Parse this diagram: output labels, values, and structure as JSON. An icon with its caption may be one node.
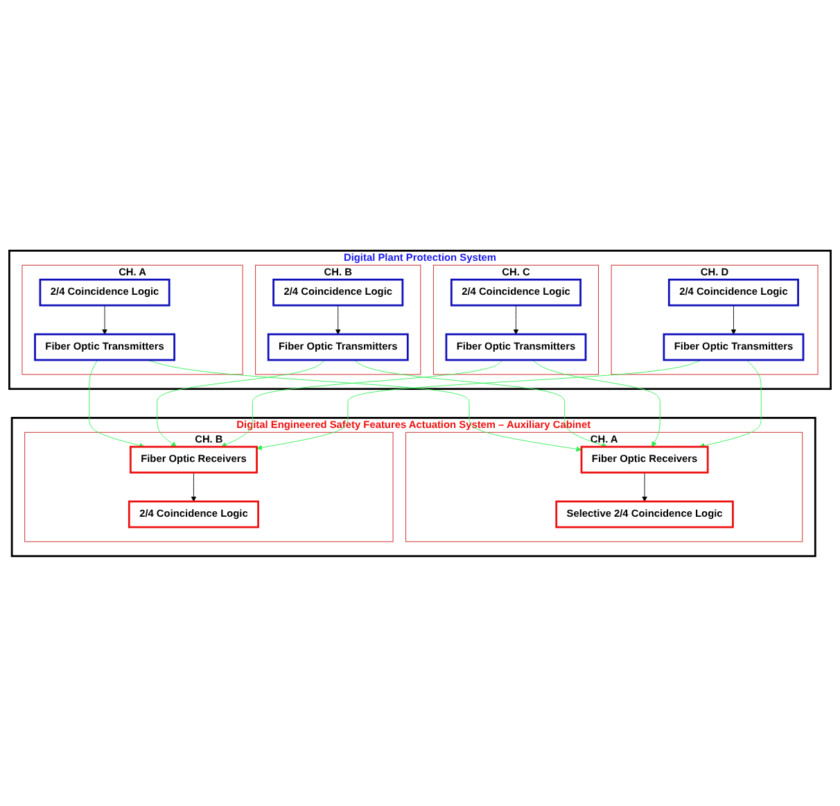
{
  "diagram": {
    "nodes": [
      {
        "text": [
          "Digital Plant Protection System"
        ]
      },
      {
        "text": [
          "CH. A"
        ],
        "in": 0
      },
      {
        "text": [
          "2/4 Coincidence Logic"
        ],
        "in": 1
      },
      {
        "text": [
          "Fiber Optic Transmitters"
        ],
        "in": 1
      },
      {
        "text": [
          "CH. B"
        ],
        "in": 0
      },
      {
        "text": [
          "2/4 Coincidence Logic"
        ],
        "in": 4
      },
      {
        "text": [
          "Fiber Optic Transmitters"
        ],
        "in": 4
      },
      {
        "text": [
          "CH. C"
        ],
        "in": 0
      },
      {
        "text": [
          "2/4 Coincidence Logic"
        ],
        "in": 7
      },
      {
        "text": [
          "Fiber Optic Transmitters"
        ],
        "in": 7
      },
      {
        "text": [
          "CH. D"
        ],
        "in": 0
      },
      {
        "text": [
          "2/4 Coincidence Logic"
        ],
        "in": 10
      },
      {
        "text": [
          "Fiber Optic Transmitters"
        ],
        "in": 10
      },
      {
        "text": [
          "Digital Engineered Safety Features Actuation System – Auxiliary Cabinet"
        ]
      },
      {
        "text": [
          "CH. A"
        ],
        "in": 13
      },
      {
        "text": [
          "Fiber Optic Receivers"
        ],
        "in": 14
      },
      {
        "text": [
          "Selective 2/4 Coincidence Logic"
        ],
        "in": 14
      },
      {
        "text": [
          "CH. B"
        ],
        "in": 13
      },
      {
        "text": [
          "Fiber Optic Receivers"
        ],
        "in": 17
      },
      {
        "text": [
          "2/4 Coincidence Logic"
        ],
        "in": 17
      }
    ],
    "edges": [
      {
        "from": 2,
        "to": 3,
        "arrow": "to",
        "color": "#000000"
      },
      {
        "from": 5,
        "to": 6,
        "arrow": "to",
        "color": "#000000"
      },
      {
        "from": 8,
        "to": 9,
        "arrow": "to",
        "color": "#000000"
      },
      {
        "from": 11,
        "to": 12,
        "arrow": "to",
        "color": "#000000"
      },
      {
        "from": 3,
        "to": 15,
        "arrow": "to"
      },
      {
        "from": 3,
        "to": 18,
        "arrow": "to"
      },
      {
        "from": 6,
        "to": 15,
        "arrow": "to"
      },
      {
        "from": 6,
        "to": 18,
        "arrow": "to"
      },
      {
        "from": 9,
        "to": 15,
        "arrow": "to"
      },
      {
        "from": 9,
        "to": 18,
        "arrow": "to"
      },
      {
        "from": 12,
        "to": 15,
        "arrow": "to"
      },
      {
        "from": 12,
        "to": 18,
        "arrow": "to"
      },
      {
        "from": 15,
        "to": 16,
        "arrow": "to",
        "color": "#000000"
      },
      {
        "from": 18,
        "to": 19,
        "arrow": "to",
        "color": "#000000"
      }
    ]
  }
}
